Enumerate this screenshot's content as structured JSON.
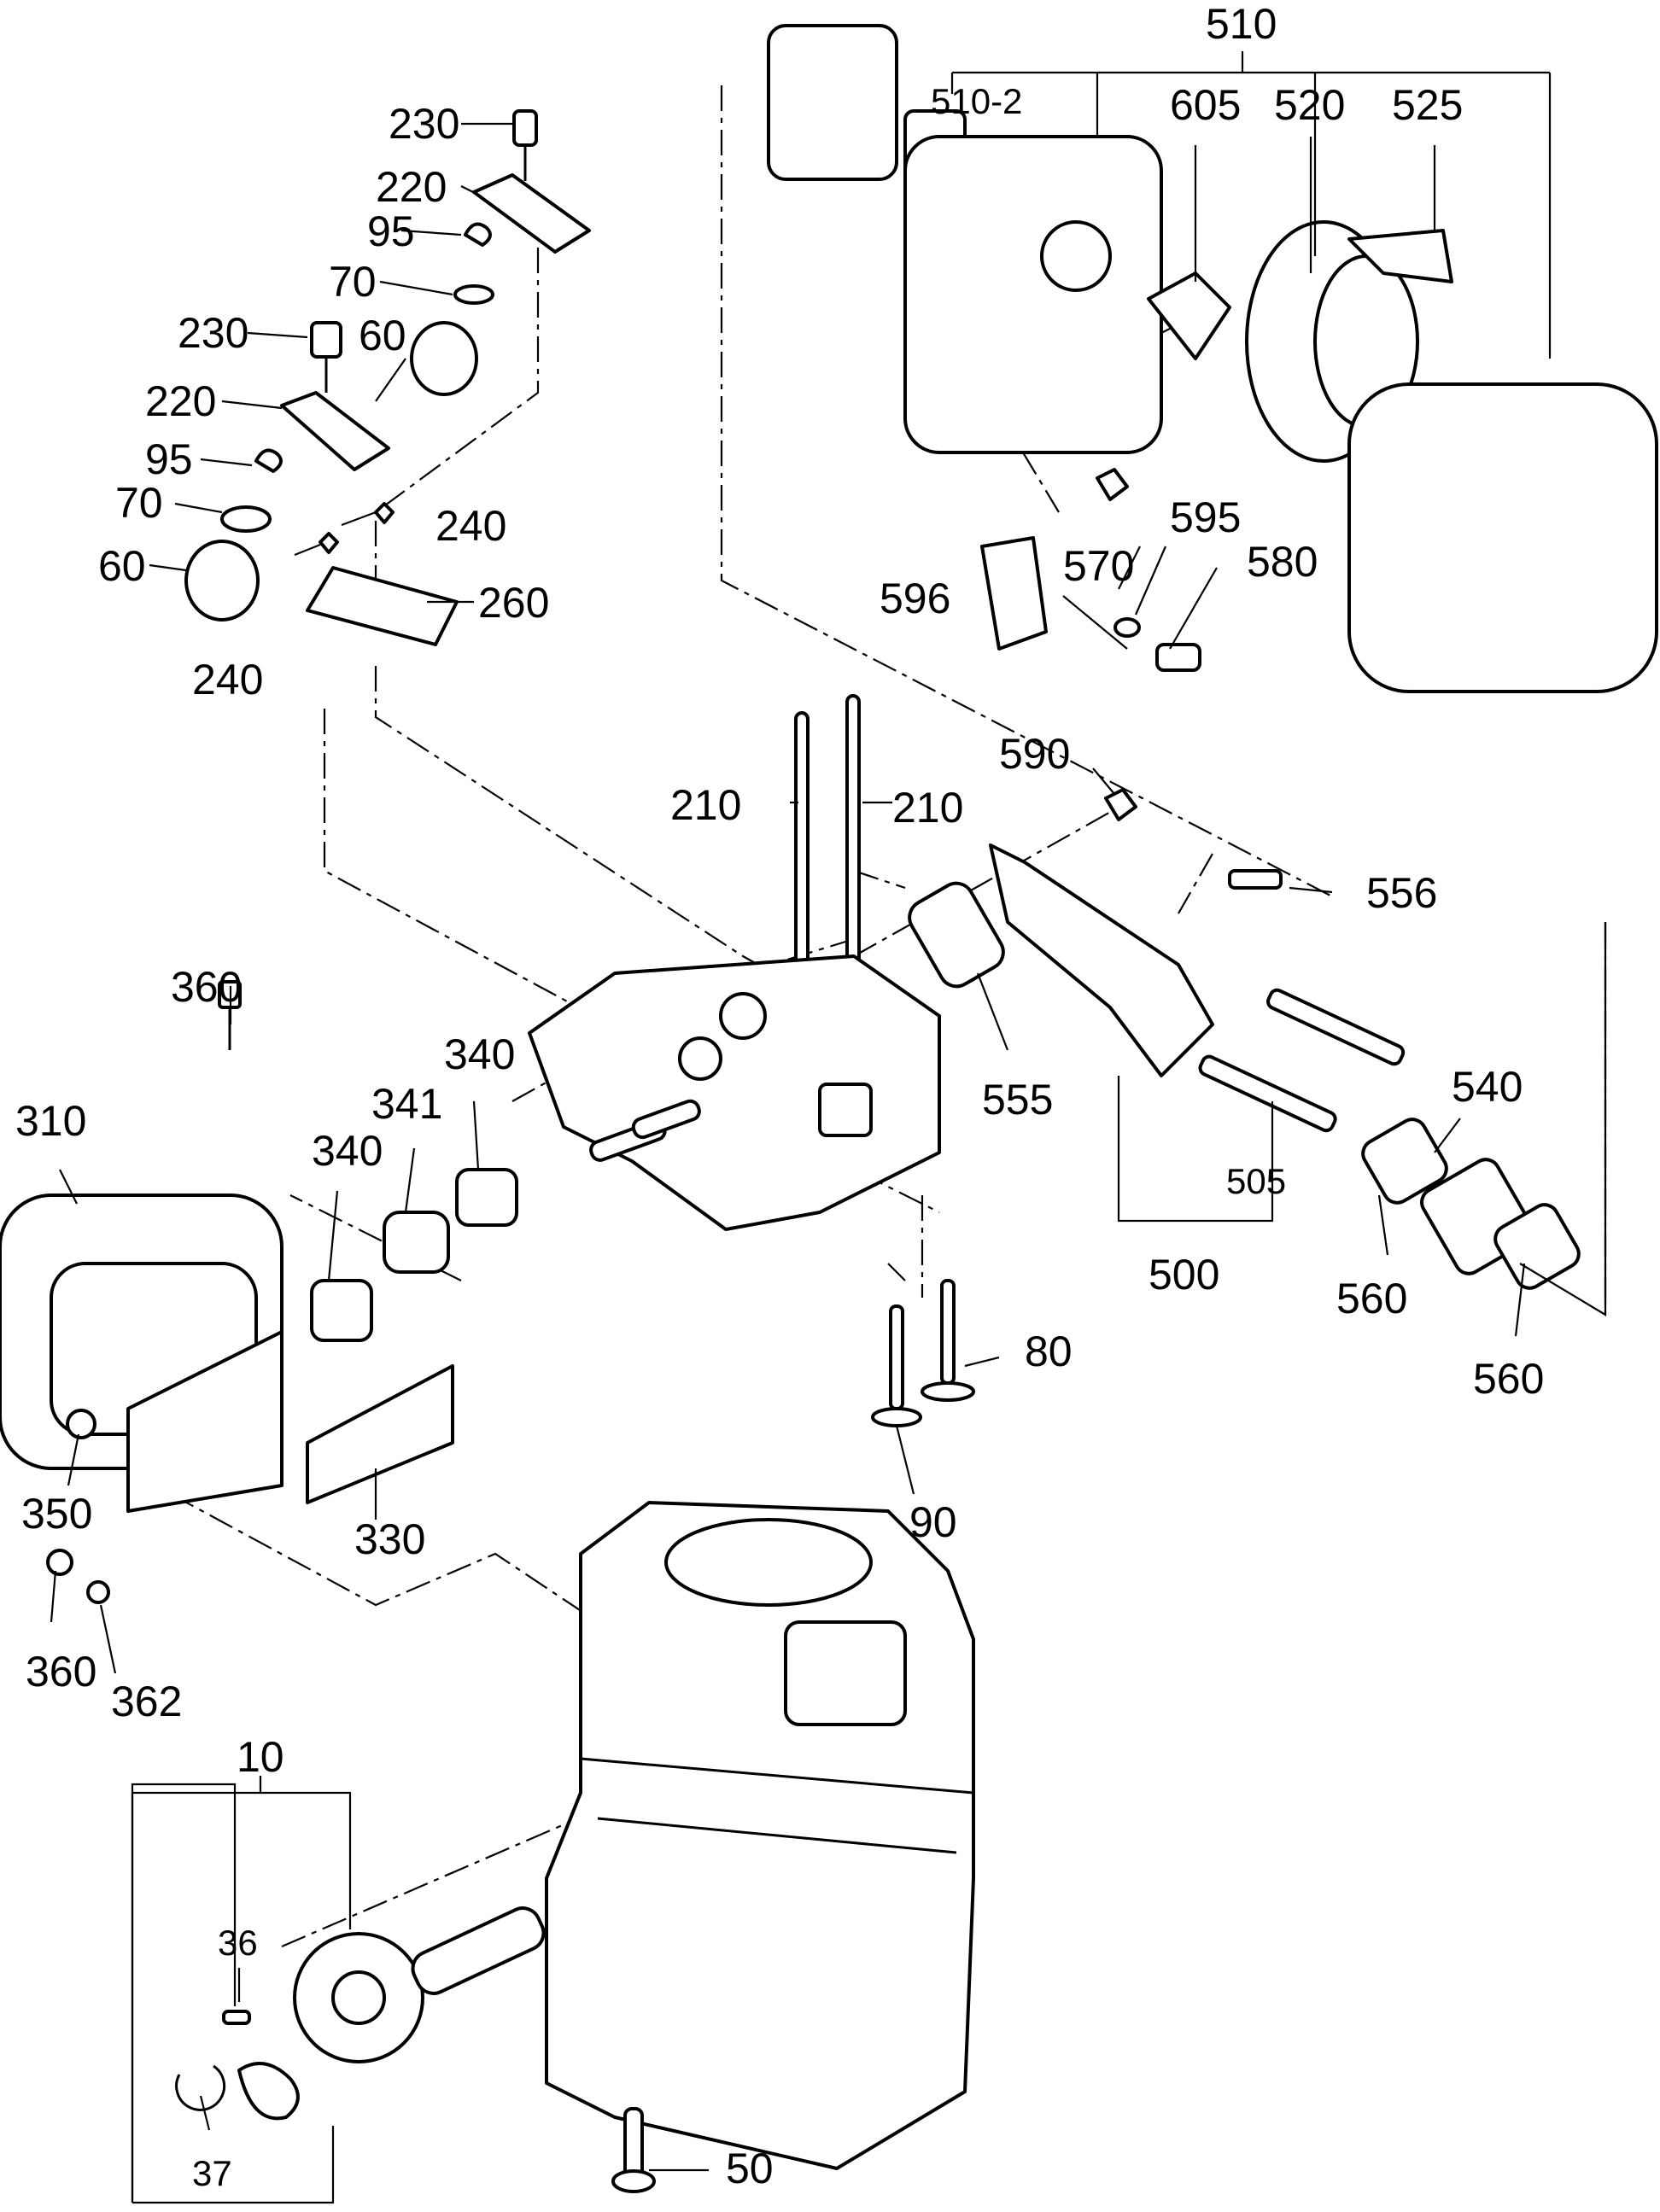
{
  "labels": {
    "l510": "510",
    "l510_2": "510-2",
    "l605": "605",
    "l520": "520",
    "l525": "525",
    "l230a": "230",
    "l220a": "220",
    "l95a": "95",
    "l70a": "70",
    "l230b": "230",
    "l60a": "60",
    "l220b": "220",
    "l95b": "95",
    "l70b": "70",
    "l60b": "60",
    "l240a": "240",
    "l240b": "240",
    "l260": "260",
    "l570": "570",
    "l595": "595",
    "l580": "580",
    "l596": "596",
    "l590": "590",
    "l210a": "210",
    "l210b": "210",
    "l556": "556",
    "l555": "555",
    "l360a": "360",
    "l340a": "340",
    "l341": "341",
    "l340b": "340",
    "l310": "310",
    "l540": "540",
    "l505": "505",
    "l500": "500",
    "l560a": "560",
    "l560b": "560",
    "l80": "80",
    "l90": "90",
    "l350": "350",
    "l330": "330",
    "l360b": "360",
    "l362": "362",
    "l10": "10",
    "l36": "36",
    "l37": "37",
    "l50": "50"
  }
}
